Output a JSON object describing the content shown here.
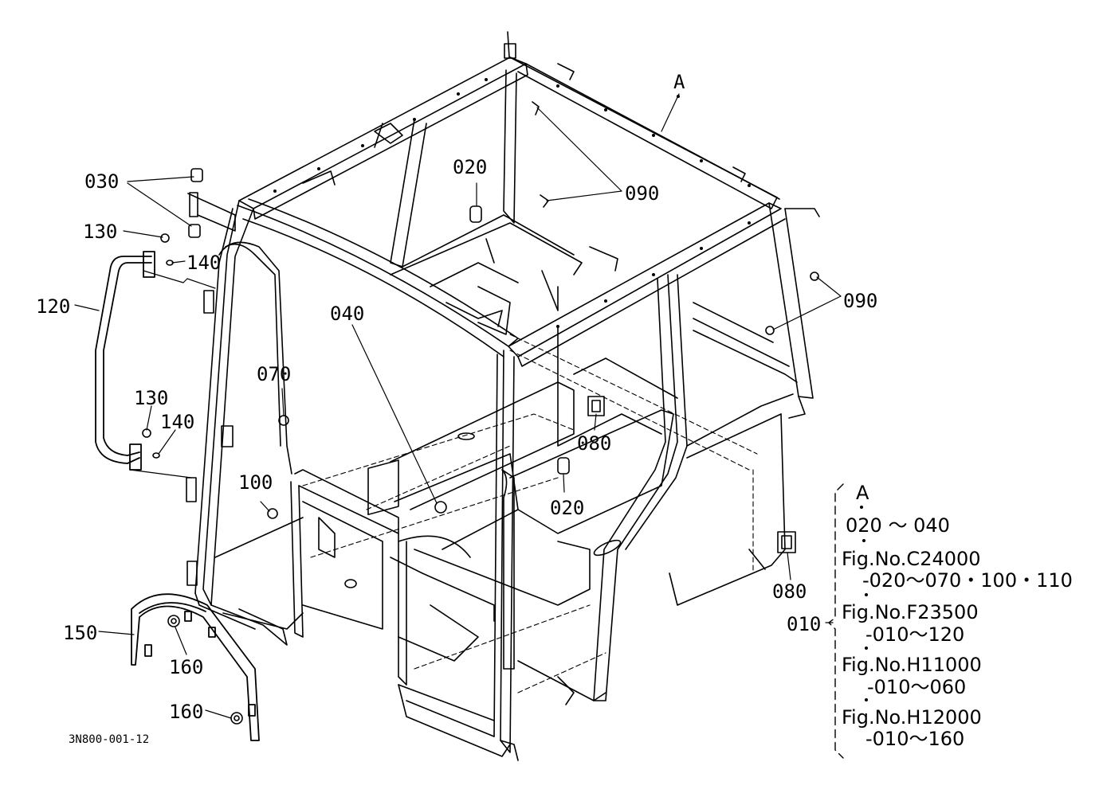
{
  "callouts": {
    "c030": "030",
    "c130a": "130",
    "c140a": "140",
    "c120": "120",
    "c130b": "130",
    "c140b": "140",
    "c070": "070",
    "c100": "100",
    "c040": "040",
    "c020a": "020",
    "c090a": "090",
    "c090b": "090",
    "c080a": "080",
    "c020b": "020",
    "c080b": "080",
    "c150": "150",
    "c160a": "160",
    "c160b": "160",
    "cA": "A",
    "c010": "010"
  },
  "drawing_code": "3N800-001-12",
  "reference_block": {
    "assembly": "A",
    "range": "020 ～ 040",
    "lines": [
      "Fig.No.C24000",
      "-020～070・100・110",
      "Fig.No.F23500",
      "-010～120",
      "Fig.No.H11000",
      "-010～060",
      "Fig.No.H12000",
      "-010～160"
    ]
  },
  "colors": {
    "line": "#000000",
    "background": "#ffffff"
  }
}
